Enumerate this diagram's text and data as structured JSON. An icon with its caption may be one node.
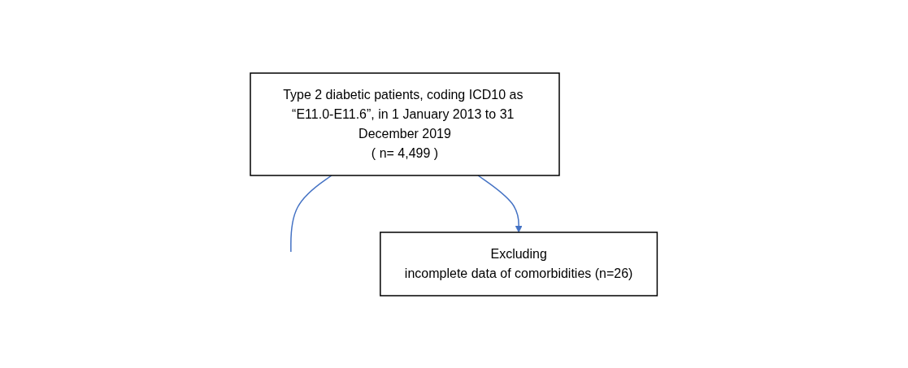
{
  "diagram": {
    "nodes": [
      {
        "text": [
          "Type 2 diabetic patients, coding ICD10 as “E11.0-E11.6”, in 1 January 2013 to 31 December 2019",
          "( n= 4,499 )"
        ]
      },
      {
        "text": [
          "Excluding",
          "incomplete data of comorbidities (n=26)"
        ]
      }
    ],
    "edges": [
      {
        "from": 0,
        "to": null,
        "arrow": "none"
      },
      {
        "from": 0,
        "to": 1,
        "arrow": "to"
      }
    ]
  }
}
